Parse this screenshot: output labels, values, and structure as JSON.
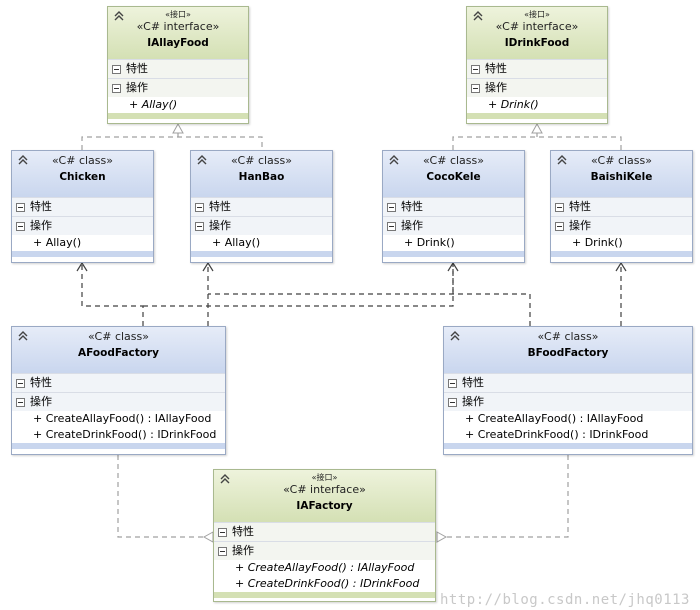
{
  "labels": {
    "attributes": "特性",
    "operations": "操作",
    "interface_stereotype": "«C# interface»",
    "interface_cn_stereotype": "«接口»",
    "class_stereotype": "«C# class»"
  },
  "nodes": {
    "iallayfood": {
      "name": "IAllayFood",
      "methods": [
        "+ Allay()"
      ]
    },
    "idrinkfood": {
      "name": "IDrinkFood",
      "methods": [
        "+ Drink()"
      ]
    },
    "chicken": {
      "name": "Chicken",
      "methods": [
        "+ Allay()"
      ]
    },
    "hanbao": {
      "name": "HanBao",
      "methods": [
        "+ Allay()"
      ]
    },
    "cocokele": {
      "name": "CocoKele",
      "methods": [
        "+ Drink()"
      ]
    },
    "baishikele": {
      "name": "BaishiKele",
      "methods": [
        "+ Drink()"
      ]
    },
    "afoodfactory": {
      "name": "AFoodFactory",
      "methods": [
        "+ CreateAllayFood() : IAllayFood",
        "+ CreateDrinkFood() : IDrinkFood"
      ]
    },
    "bfoodfactory": {
      "name": "BFoodFactory",
      "methods": [
        "+ CreateAllayFood() : IAllayFood",
        "+ CreateDrinkFood() : IDrinkFood"
      ]
    },
    "iafactory": {
      "name": "IAFactory",
      "methods": [
        "+ CreateAllayFood() : IAllayFood",
        "+ CreateDrinkFood() : IDrinkFood"
      ]
    }
  },
  "watermark": "http://blog.csdn.net/jhq0113",
  "colors": {
    "class_header": "#c9d6ee",
    "interface_header": "#d4e0b4",
    "class_border": "#9aa9c4",
    "interface_border": "#a9b98f",
    "dependency_line": "#404040",
    "realization_line": "#a0a0a0"
  }
}
